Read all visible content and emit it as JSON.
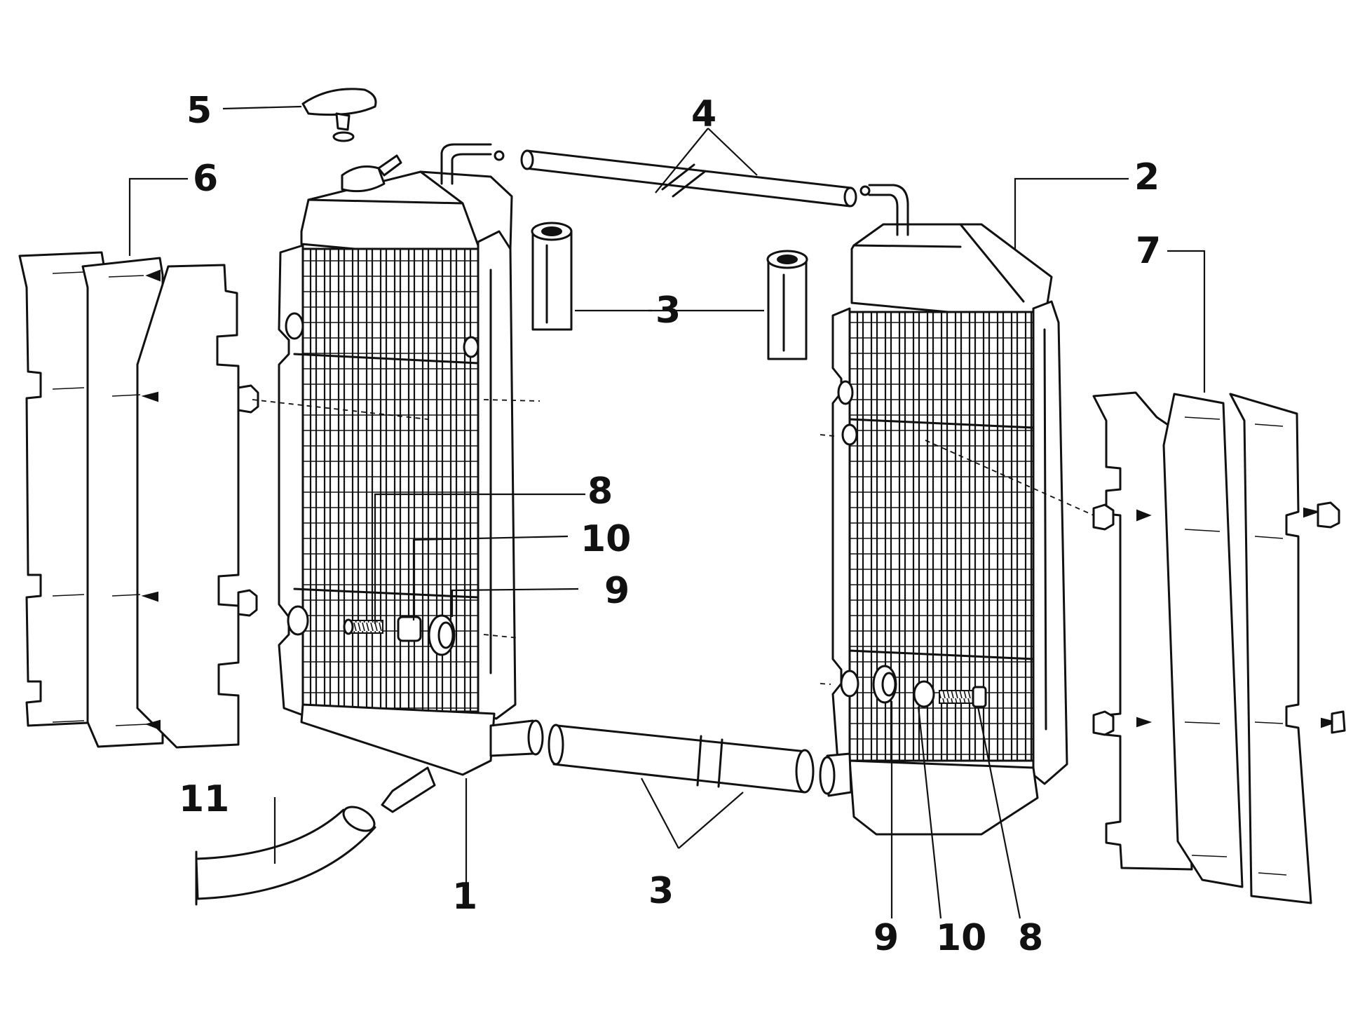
{
  "diagram": {
    "colors": {
      "ink": "#111111",
      "paper": "#ffffff"
    },
    "labels": {
      "part_1": "1",
      "part_2": "2",
      "part_3_top": "3",
      "part_3_bottom": "3",
      "part_4": "4",
      "part_5": "5",
      "part_6": "6",
      "part_7": "7",
      "part_8_left": "8",
      "part_8_right": "8",
      "part_9_left": "9",
      "part_9_right": "9",
      "part_10_left": "10",
      "part_10_right": "10",
      "part_11": "11"
    }
  }
}
